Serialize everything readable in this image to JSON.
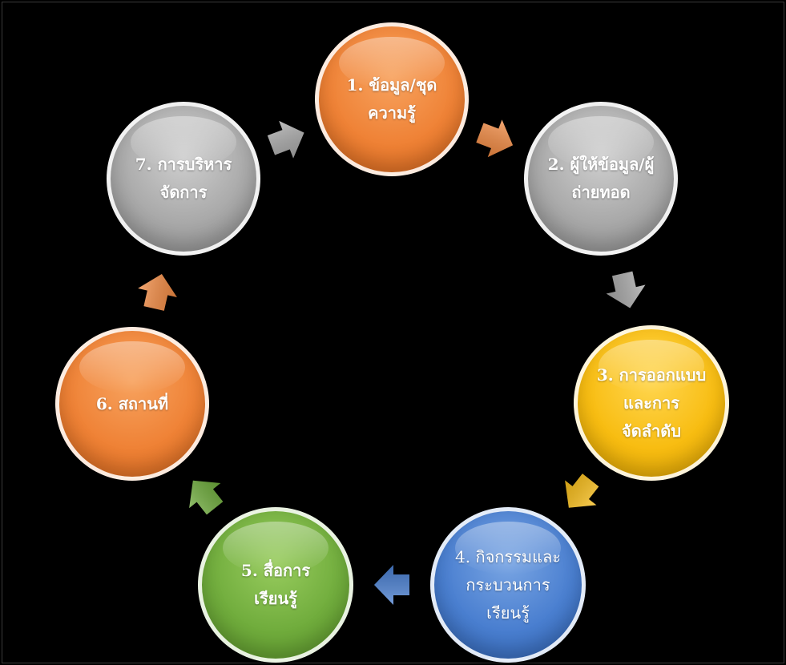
{
  "diagram": {
    "nodes": [
      {
        "id": "n1",
        "lines": [
          "1. ข้อมูล/ชุด",
          "ความรู้"
        ],
        "color": "#ef8236"
      },
      {
        "id": "n2",
        "lines": [
          "2. ผู้ให้ข้อมูล/ผู้",
          "ถ่ายทอด"
        ],
        "color": "#a9a9a9"
      },
      {
        "id": "n3",
        "lines": [
          "3. การออกแบบ",
          "และการ",
          "จัดลำดับ"
        ],
        "color": "#f8bd12"
      },
      {
        "id": "n4",
        "lines": [
          "4. กิจกรรมและ",
          "กระบวนการ",
          "เรียนรู้"
        ],
        "color": "#4a7fd0"
      },
      {
        "id": "n5",
        "lines": [
          "5. สื่อการ",
          "เรียนรู้"
        ],
        "color": "#71ad3d"
      },
      {
        "id": "n6",
        "lines": [
          "6. สถานที่"
        ],
        "color": "#ef8236"
      },
      {
        "id": "n7",
        "lines": [
          "7. การบริหาร",
          "จัดการ"
        ],
        "color": "#a9a9a9"
      }
    ],
    "arrows": [
      {
        "from": "n1",
        "to": "n2",
        "color": "#f08a43"
      },
      {
        "from": "n2",
        "to": "n3",
        "color": "#a9a9a9"
      },
      {
        "from": "n3",
        "to": "n4",
        "color": "#f7bd1a"
      },
      {
        "from": "n4",
        "to": "n5",
        "color": "#4a7fd0"
      },
      {
        "from": "n5",
        "to": "n6",
        "color": "#6eab3c"
      },
      {
        "from": "n6",
        "to": "n7",
        "color": "#f08a43"
      },
      {
        "from": "n7",
        "to": "n1",
        "color": "#a9a9a9"
      }
    ]
  }
}
